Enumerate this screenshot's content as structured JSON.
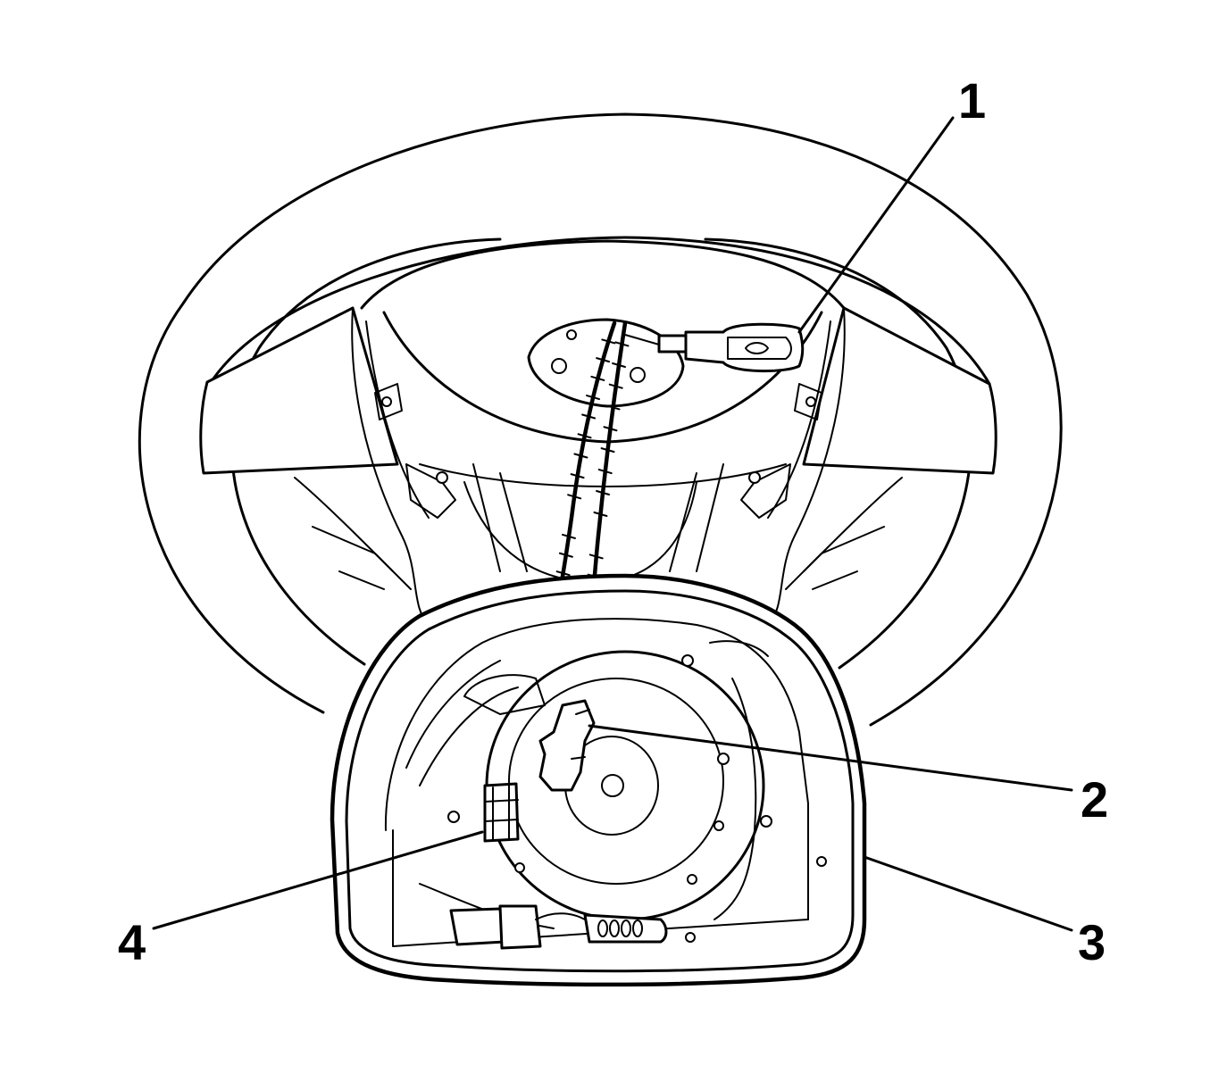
{
  "callouts": [
    {
      "number": "1"
    },
    {
      "number": "2"
    },
    {
      "number": "3"
    },
    {
      "number": "4"
    }
  ],
  "colors": {
    "line": "#000000",
    "background": "#ffffff"
  }
}
